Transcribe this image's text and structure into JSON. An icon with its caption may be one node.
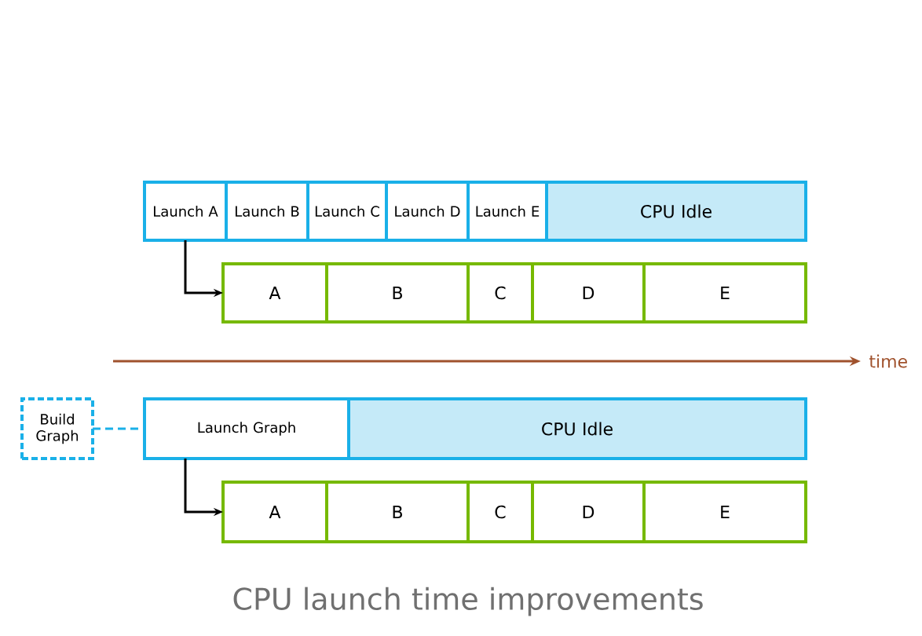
{
  "diagram": {
    "caption": "CPU launch time improvements",
    "nodes": [
      {
        "text": [
          "Launch A"
        ]
      },
      {
        "text": [
          "Launch B"
        ]
      },
      {
        "text": [
          "Launch C"
        ]
      },
      {
        "text": [
          "Launch D"
        ]
      },
      {
        "text": [
          "Launch E"
        ]
      },
      {
        "text": [
          "CPU Idle"
        ]
      },
      {
        "text": [
          "A"
        ]
      },
      {
        "text": [
          "B"
        ]
      },
      {
        "text": [
          "C"
        ]
      },
      {
        "text": [
          "D"
        ]
      },
      {
        "text": [
          "E"
        ]
      },
      {
        "text": [
          "Build Graph"
        ]
      },
      {
        "text": [
          "Launch Graph"
        ]
      },
      {
        "text": [
          "CPU Idle"
        ]
      },
      {
        "text": [
          "A"
        ]
      },
      {
        "text": [
          "B"
        ]
      },
      {
        "text": [
          "C"
        ]
      },
      {
        "text": [
          "D"
        ]
      },
      {
        "text": [
          "E"
        ]
      }
    ],
    "edges": [
      {
        "from": 0,
        "to": 6,
        "arrow": "to"
      },
      {
        "from": 11,
        "to": 12,
        "arrow": "none",
        "style": "dashed",
        "color": "#1ab0e8"
      },
      {
        "from": 12,
        "to": 14,
        "arrow": "to"
      }
    ],
    "labels": [
      "time"
    ]
  }
}
